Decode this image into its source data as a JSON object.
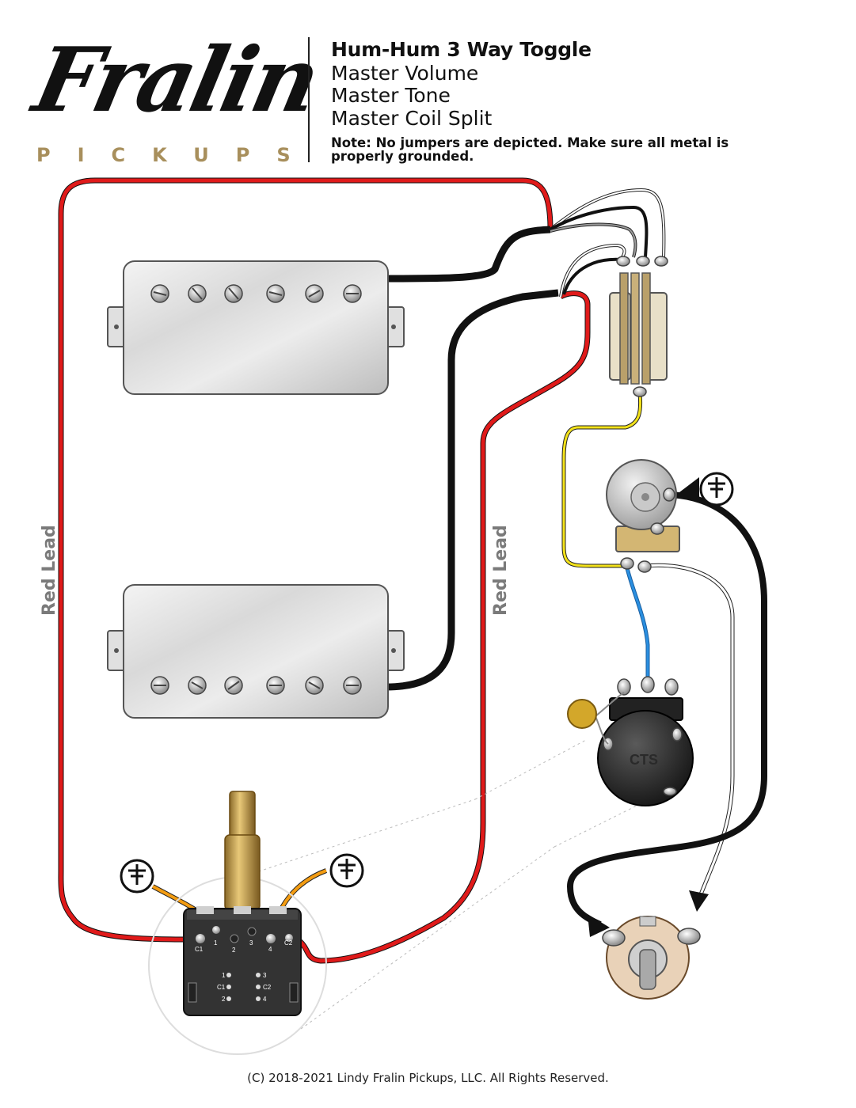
{
  "header": {
    "brand_name": "Fralin",
    "brand_sub": "PICKUPS",
    "title": "Hum-Hum 3 Way Toggle",
    "line2": "Master Volume",
    "line3": "Master Tone",
    "line4": "Master Coil Split",
    "note": "Note: No jumpers are depicted.  Make sure all metal is properly grounded."
  },
  "labels": {
    "red_lead_left": "Red Lead",
    "red_lead_right": "Red Lead",
    "tone_pot_brand": "CTS"
  },
  "switch_labels": {
    "top": [
      "C1",
      "1",
      "2",
      "3",
      "4",
      "C2"
    ],
    "left_col": [
      "1",
      "C1",
      "2"
    ],
    "right_col": [
      "3",
      "C2",
      "4"
    ]
  },
  "wire_colors": {
    "red": "#e01a1a",
    "black": "#111111",
    "yellow": "#f3e21a",
    "blue": "#2a8fe0",
    "white": "#ffffff",
    "orange": "#f39c12"
  },
  "footer": {
    "copyright": "(C) 2018-2021 Lindy Fralin Pickups, LLC. All Rights Reserved."
  }
}
